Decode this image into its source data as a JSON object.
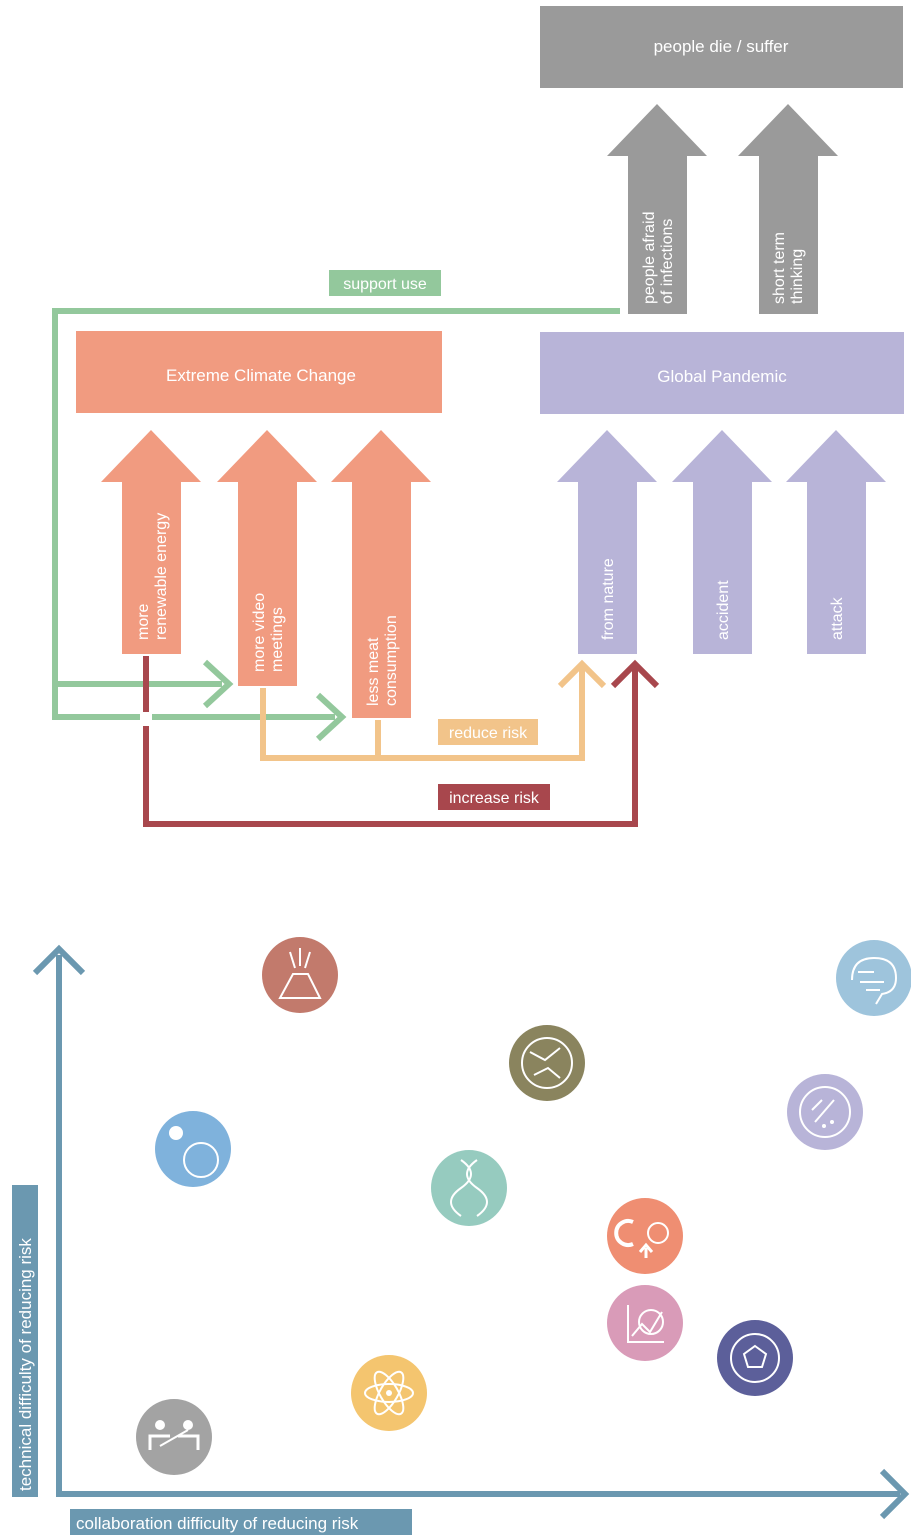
{
  "colors": {
    "gray": "#9a9a9a",
    "coral": "#f19b80",
    "lavender": "#b8b4d8",
    "green": "#93c89c",
    "peach": "#f2c48a",
    "red": "#a8474d",
    "axis": "#6b98b0"
  },
  "top_box": {
    "label": "people die / suffer"
  },
  "up_arrows": {
    "afraid": [
      "people afraid",
      "of infections"
    ],
    "short_term": [
      "short term",
      "thinking"
    ]
  },
  "climate": {
    "title": "Extreme Climate Change",
    "arrows": {
      "renewable": [
        "more",
        "renewable energy"
      ],
      "video": [
        "more video",
        "meetings"
      ],
      "meat": [
        "less meat",
        "consumption"
      ]
    }
  },
  "pandemic": {
    "title": "Global Pandemic",
    "arrows": {
      "nature": "from nature",
      "accident": "accident",
      "attack": "attack"
    }
  },
  "connectors": {
    "support_use": "support use",
    "reduce_risk": "reduce risk",
    "increase_risk": "increase risk"
  },
  "axes": {
    "y_label": "technical difficulty of reducing risk",
    "x_label": "collaboration difficulty of reducing risk"
  },
  "risk_icons": [
    {
      "name": "supervolcano-icon",
      "color": "#c27a6c"
    },
    {
      "name": "artificial-intelligence-icon",
      "color": "#9ec4dc"
    },
    {
      "name": "ecological-collapse-icon",
      "color": "#8a845e"
    },
    {
      "name": "pandemic-icon",
      "color": "#b8b4d8"
    },
    {
      "name": "asteroid-impact-icon",
      "color": "#7fb2dc"
    },
    {
      "name": "synthetic-biology-icon",
      "color": "#96cbbf"
    },
    {
      "name": "climate-change-icon",
      "color": "#ef8e72"
    },
    {
      "name": "global-system-collapse-icon",
      "color": "#d99bb8"
    },
    {
      "name": "nanotechnology-icon",
      "color": "#5c5f9a"
    },
    {
      "name": "nuclear-war-icon",
      "color": "#f4c56f"
    },
    {
      "name": "bad-global-governance-icon",
      "color": "#a3a3a3"
    }
  ]
}
